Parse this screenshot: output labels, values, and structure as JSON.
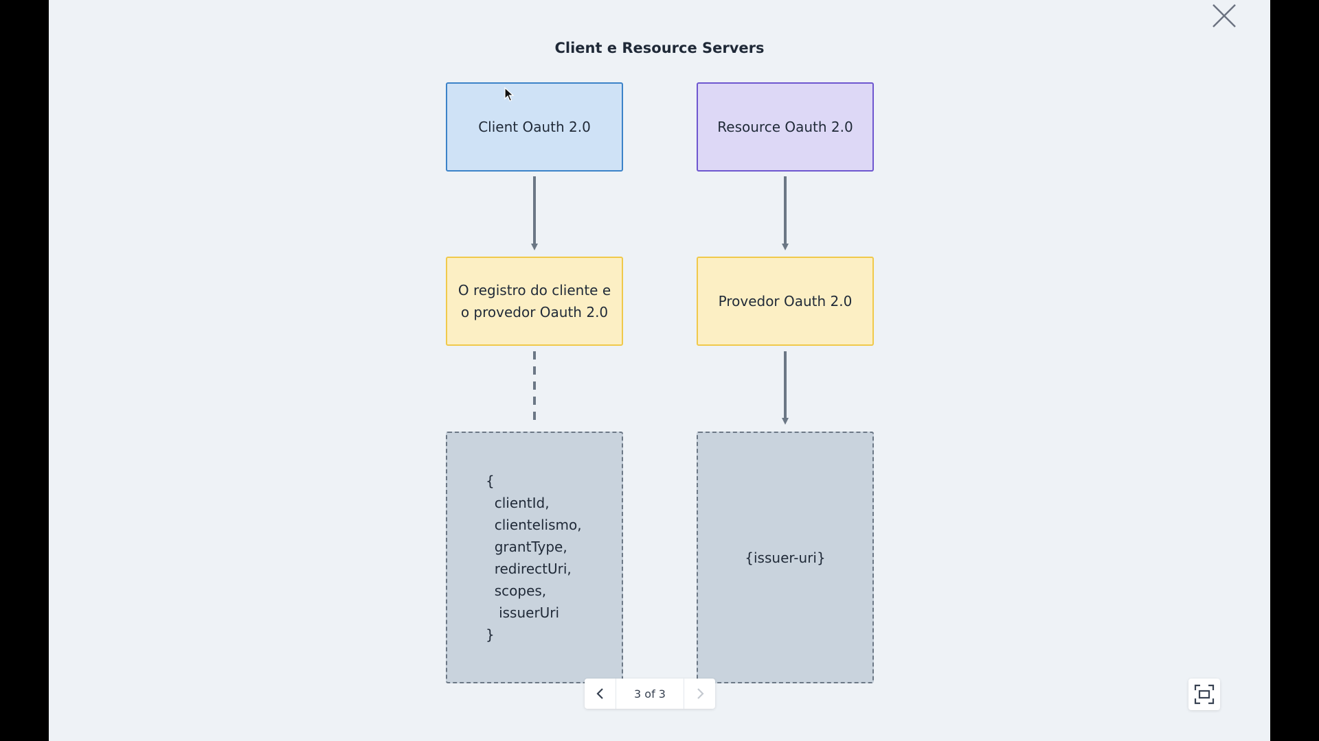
{
  "diagram": {
    "title": "Client e Resource Servers",
    "nodes": {
      "client": "Client Oauth 2.0",
      "resource": "Resource Oauth 2.0",
      "client_registration": "O registro do cliente e o provedor Oauth 2.0",
      "provider": "Provedor Oauth 2.0",
      "client_properties": "{\n  clientId,\n  clientelismo,\n  grantType,\n  redirectUri,\n  scopes,\n   issuerUri\n}",
      "issuer_uri": "{issuer-uri}"
    },
    "edges": [
      {
        "from": "Client Oauth 2.0",
        "to": "O registro do cliente e o provedor Oauth 2.0",
        "style": "solid-arrow"
      },
      {
        "from": "Resource Oauth 2.0",
        "to": "Provedor Oauth 2.0",
        "style": "solid-arrow"
      },
      {
        "from": "O registro do cliente e o provedor Oauth 2.0",
        "to": "{ clientId, ... }",
        "style": "dashed"
      },
      {
        "from": "Provedor Oauth 2.0",
        "to": "{issuer-uri}",
        "style": "solid-arrow"
      }
    ]
  },
  "pager": {
    "label": "3 of 3",
    "prev_icon": "chevron-left-icon",
    "next_icon": "chevron-right-icon"
  },
  "controls": {
    "close_icon": "close-icon",
    "fit_icon": "fit-to-screen-icon"
  },
  "colors": {
    "background": "#eef2f6",
    "client_fill": "#cfe2f6",
    "client_border": "#3b82c8",
    "resource_fill": "#ddd8f6",
    "resource_border": "#6d56cf",
    "yellow_fill": "#fcefc4",
    "yellow_border": "#f0c94a",
    "gray_fill": "#c9d3dd",
    "arrow": "#6b7785"
  }
}
